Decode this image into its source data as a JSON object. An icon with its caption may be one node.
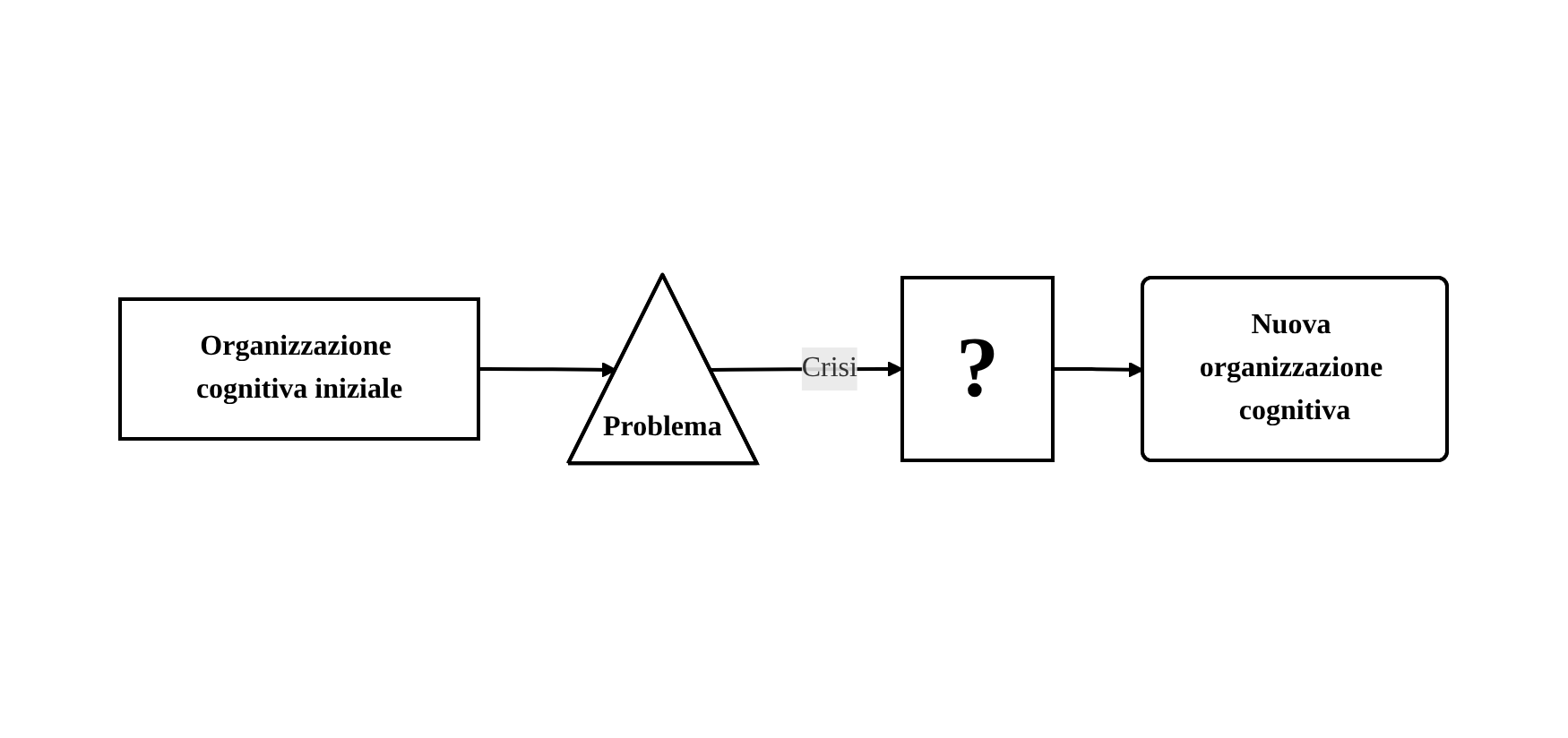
{
  "diagram": {
    "nodes": [
      {
        "text": [
          "Organizzazione cognitiva iniziale"
        ]
      },
      {
        "text": [
          "Problema"
        ]
      },
      {
        "text": [
          "?"
        ]
      },
      {
        "text": [
          "Nuova organizzazione cognitiva"
        ]
      }
    ],
    "edges": [
      {
        "from": 0,
        "to": 1,
        "arrow": "to"
      },
      {
        "from": 1,
        "to": 2,
        "label": "Crisi",
        "arrow": "to"
      },
      {
        "from": 2,
        "to": 3,
        "arrow": "to"
      }
    ]
  }
}
